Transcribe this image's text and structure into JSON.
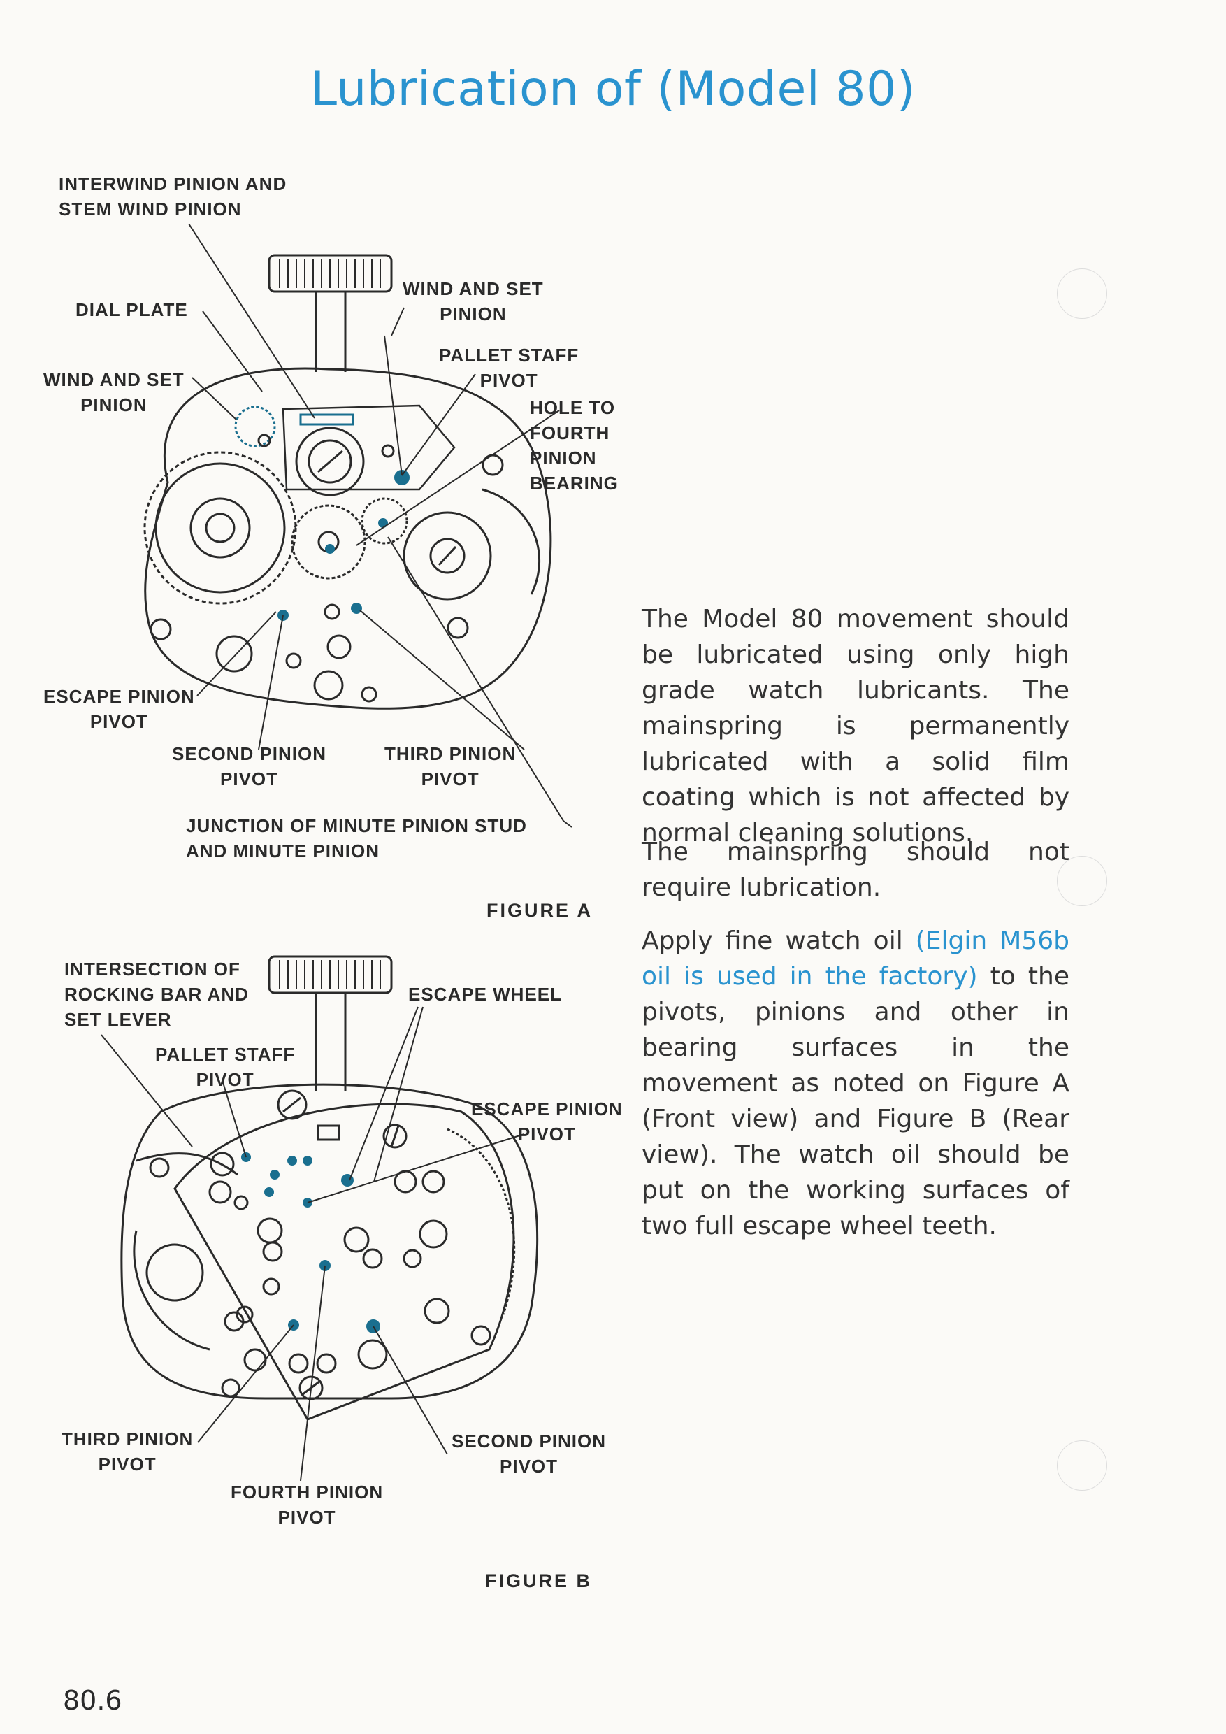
{
  "title": "Lubrication of (Model 80)",
  "figure_a": {
    "caption": "FIGURE A",
    "labels": {
      "interwind": "INTERWIND PINION AND\nSTEM WIND PINION",
      "dial_plate": "DIAL PLATE",
      "wind_set_top": "WIND AND SET\nPINION",
      "wind_set_left": "WIND AND SET\nPINION",
      "pallet_staff": "PALLET STAFF\nPIVOT",
      "hole_fourth": "HOLE TO\nFOURTH\nPINION\nBEARING",
      "escape_pinion": "ESCAPE PINION\nPIVOT",
      "second_pinion": "SECOND PINION\nPIVOT",
      "third_pinion": "THIRD PINION\nPIVOT",
      "junction": "JUNCTION OF MINUTE PINION STUD\nAND MINUTE PINION"
    }
  },
  "figure_b": {
    "caption": "FIGURE B",
    "labels": {
      "intersection": "INTERSECTION OF\nROCKING BAR AND\nSET LEVER",
      "escape_wheel": "ESCAPE WHEEL",
      "pallet_staff": "PALLET STAFF\nPIVOT",
      "escape_pinion": "ESCAPE PINION\nPIVOT",
      "third_pinion": "THIRD PINION\nPIVOT",
      "second_pinion": "SECOND PINION\nPIVOT",
      "fourth_pinion": "FOURTH PINION\nPIVOT"
    }
  },
  "text": {
    "para1": "The Model 80 movement should be lubricated using only high grade watch lubricants. The mainspring is permanently lubricated with a solid film coating which is not affected by normal cleaning solutions.",
    "para2": "The mainspring should not require lubrication.",
    "para3_a": "Apply fine watch oil ",
    "para3_highlight": "(Elgin M56b oil is used in the factory)",
    "para3_b": " to the pivots, pinions and other in bearing surfaces in the movement as noted on Figure A (Front view) and Figure B (Rear view). The watch oil should be put on the working surfaces of two full escape wheel teeth."
  },
  "page_number": "80.6",
  "colors": {
    "accent": "#2a93cf",
    "ink": "#2a2a2a",
    "oil_dot": "#1a6f8f"
  }
}
